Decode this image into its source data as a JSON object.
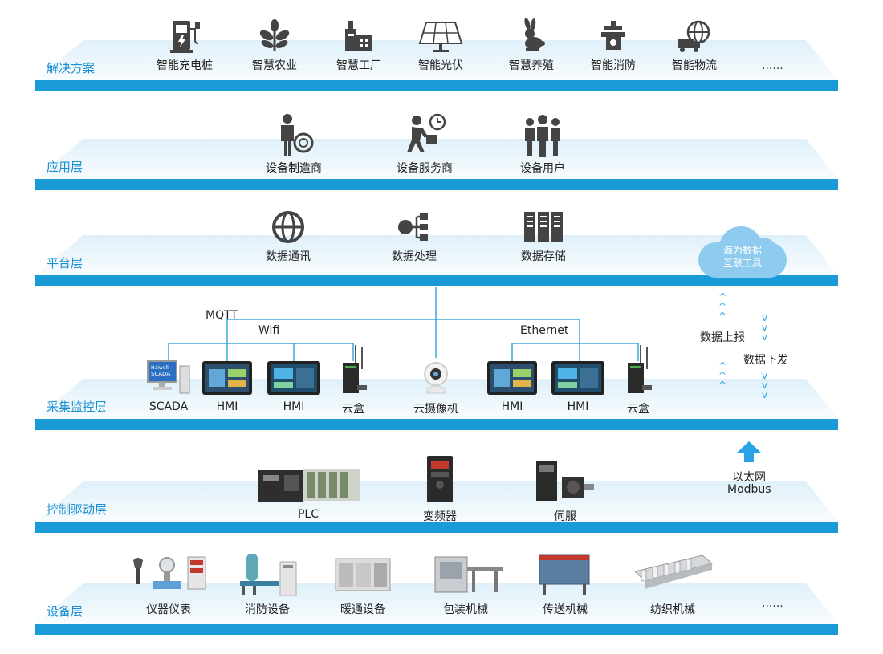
{
  "layers": {
    "solutions": {
      "label": "解决方案",
      "items": [
        "智能充电桩",
        "智慧农业",
        "智慧工厂",
        "智能光伏",
        "智慧养殖",
        "智能消防",
        "智能物流"
      ],
      "more": "......"
    },
    "application": {
      "label": "应用层",
      "items": [
        "设备制造商",
        "设备服务商",
        "设备用户"
      ]
    },
    "platform": {
      "label": "平台层",
      "items": [
        "数据通讯",
        "数据处理",
        "数据存储"
      ]
    },
    "collection": {
      "label": "采集监控层",
      "items": [
        "SCADA",
        "HMI",
        "HMI",
        "云盒",
        "云摄像机",
        "HMI",
        "HMI",
        "云盒"
      ]
    },
    "control": {
      "label": "控制驱动层",
      "items": [
        "PLC",
        "变频器",
        "伺服"
      ]
    },
    "device": {
      "label": "设备层",
      "items": [
        "仪器仪表",
        "消防设备",
        "暖通设备",
        "包装机械",
        "传送机械",
        "纺织机械"
      ],
      "more": "......"
    }
  },
  "cloud": {
    "line1": "海为数据",
    "line2": "互联工具"
  },
  "protocols": {
    "mqtt": "MQTT",
    "wifi": "Wifi",
    "ethernet": "Ethernet"
  },
  "flows": {
    "up": "数据上报",
    "down": "数据下发"
  },
  "network": {
    "line1": "以太网",
    "line2": "Modbus"
  },
  "scada_screen": {
    "line1": "Haiwell",
    "line2": "SCADA"
  },
  "colors": {
    "accent": "#1b9ad8",
    "label": "#1a8fd1",
    "cloud": "#8fcbef",
    "icon": "#444444"
  }
}
